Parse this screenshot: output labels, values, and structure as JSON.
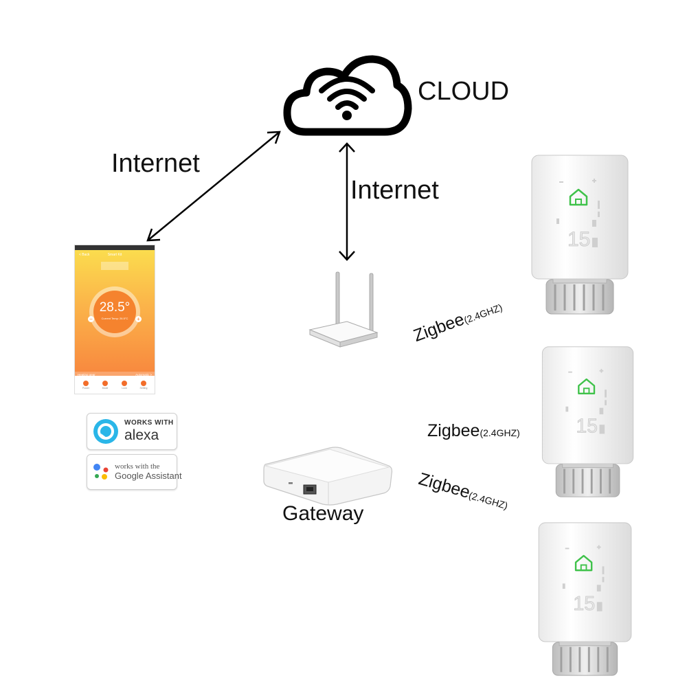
{
  "cloud_label": "CLOUD",
  "internet_left": "Internet",
  "internet_right": "Internet",
  "gateway_label": "Gateway",
  "zigbee": [
    {
      "name": "Zigbee",
      "freq": "(2.4GHZ)"
    },
    {
      "name": "Zigbee",
      "freq": "(2.4GHZ)"
    },
    {
      "name": "Zigbee",
      "freq": "(2.4GHZ)"
    }
  ],
  "phone": {
    "back": "< Back",
    "title": "Smart Kit",
    "temperature": "28.5°",
    "current_temp": "Current Temp: 26.5°C",
    "heating_gear": "Heating gear",
    "mode": "Automatic >",
    "tabs": [
      "Power",
      "Mode",
      "Lock",
      "Setting"
    ]
  },
  "alexa": {
    "line1": "WORKS WITH",
    "line2": "alexa"
  },
  "google": {
    "line1": "works with the",
    "line2": "Google Assistant"
  },
  "thermostat_display": "15",
  "colors": {
    "accent_green": "#3fc24a",
    "phone_orange": "#f5832e",
    "line": "#111111"
  }
}
